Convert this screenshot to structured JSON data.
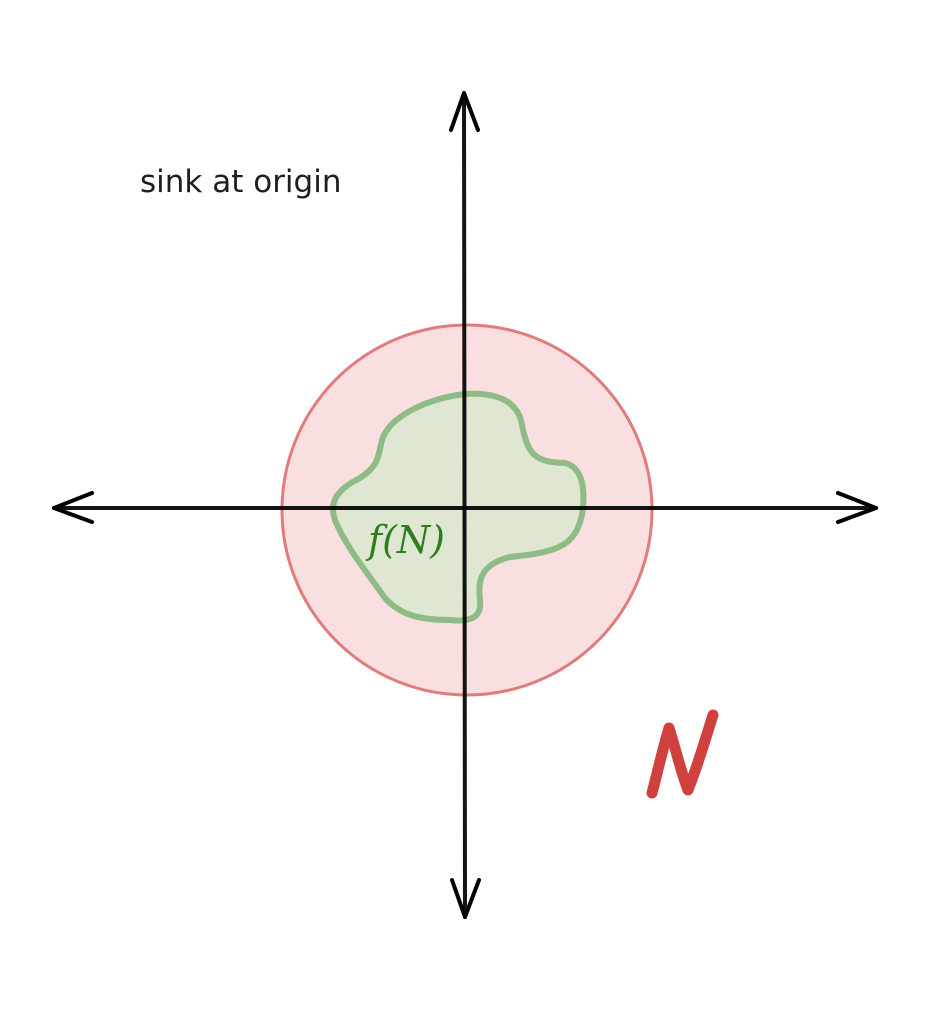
{
  "annotation": "sink at origin",
  "image_label": "f(N)",
  "set_label": "N",
  "colors": {
    "axes": "#000000",
    "neighborhood_fill": "#f9dfe0",
    "neighborhood_stroke": "#e07c7c",
    "image_fill": "#dbe7cf",
    "image_stroke": "#8fbb86",
    "image_text": "#2e7d1f",
    "set_label": "#d0413e"
  }
}
